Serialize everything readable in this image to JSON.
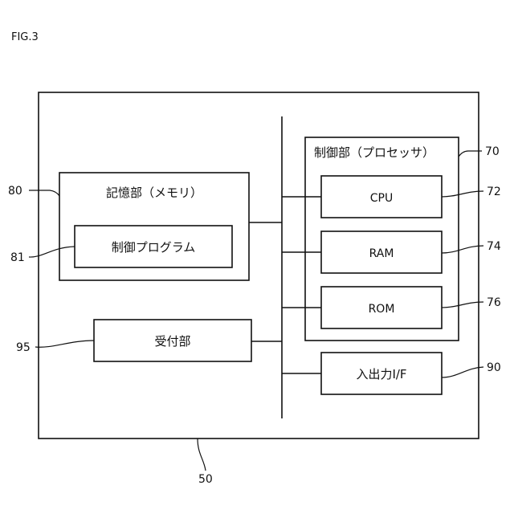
{
  "figure_label": "FIG.3",
  "device_ref": "50",
  "memory": {
    "title": "記憶部（メモリ）",
    "ref": "80",
    "program": {
      "label": "制御プログラム",
      "ref": "81"
    }
  },
  "receiver": {
    "label": "受付部",
    "ref": "95"
  },
  "processor": {
    "title": "制御部（プロセッサ）",
    "ref": "70",
    "cpu": {
      "label": "CPU",
      "ref": "72"
    },
    "ram": {
      "label": "RAM",
      "ref": "74"
    },
    "rom": {
      "label": "ROM",
      "ref": "76"
    }
  },
  "io": {
    "label": "入出力I/F",
    "ref": "90"
  }
}
